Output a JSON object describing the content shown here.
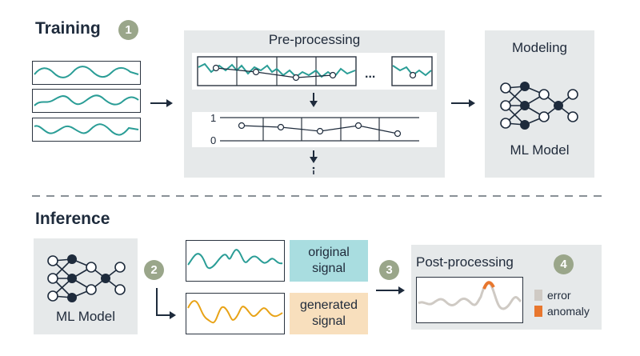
{
  "training": {
    "title": "Training",
    "step": "1"
  },
  "preprocessing": {
    "title": "Pre-processing",
    "ellipsis": "...",
    "y_top": "1",
    "y_bottom": "0"
  },
  "modeling": {
    "title": "Modeling",
    "model_label": "ML Model"
  },
  "inference": {
    "title": "Inference",
    "model_label": "ML Model",
    "step2": "2",
    "step3": "3"
  },
  "signals": {
    "original_line1": "original",
    "original_line2": "signal",
    "generated_line1": "generated",
    "generated_line2": "signal"
  },
  "postprocessing": {
    "title": "Post-processing",
    "step": "4",
    "legend_error": "error",
    "legend_anomaly": "anomaly"
  },
  "colors": {
    "teal": "#2a9d96",
    "orange": "#e8a317",
    "anomaly": "#e8772e",
    "error": "#cfcac4",
    "navy": "#1e2b3c",
    "badge": "#9aa68a",
    "panel": "#e6e9ea",
    "original_box": "#a9dde0",
    "generated_box": "#f8dfbd"
  }
}
